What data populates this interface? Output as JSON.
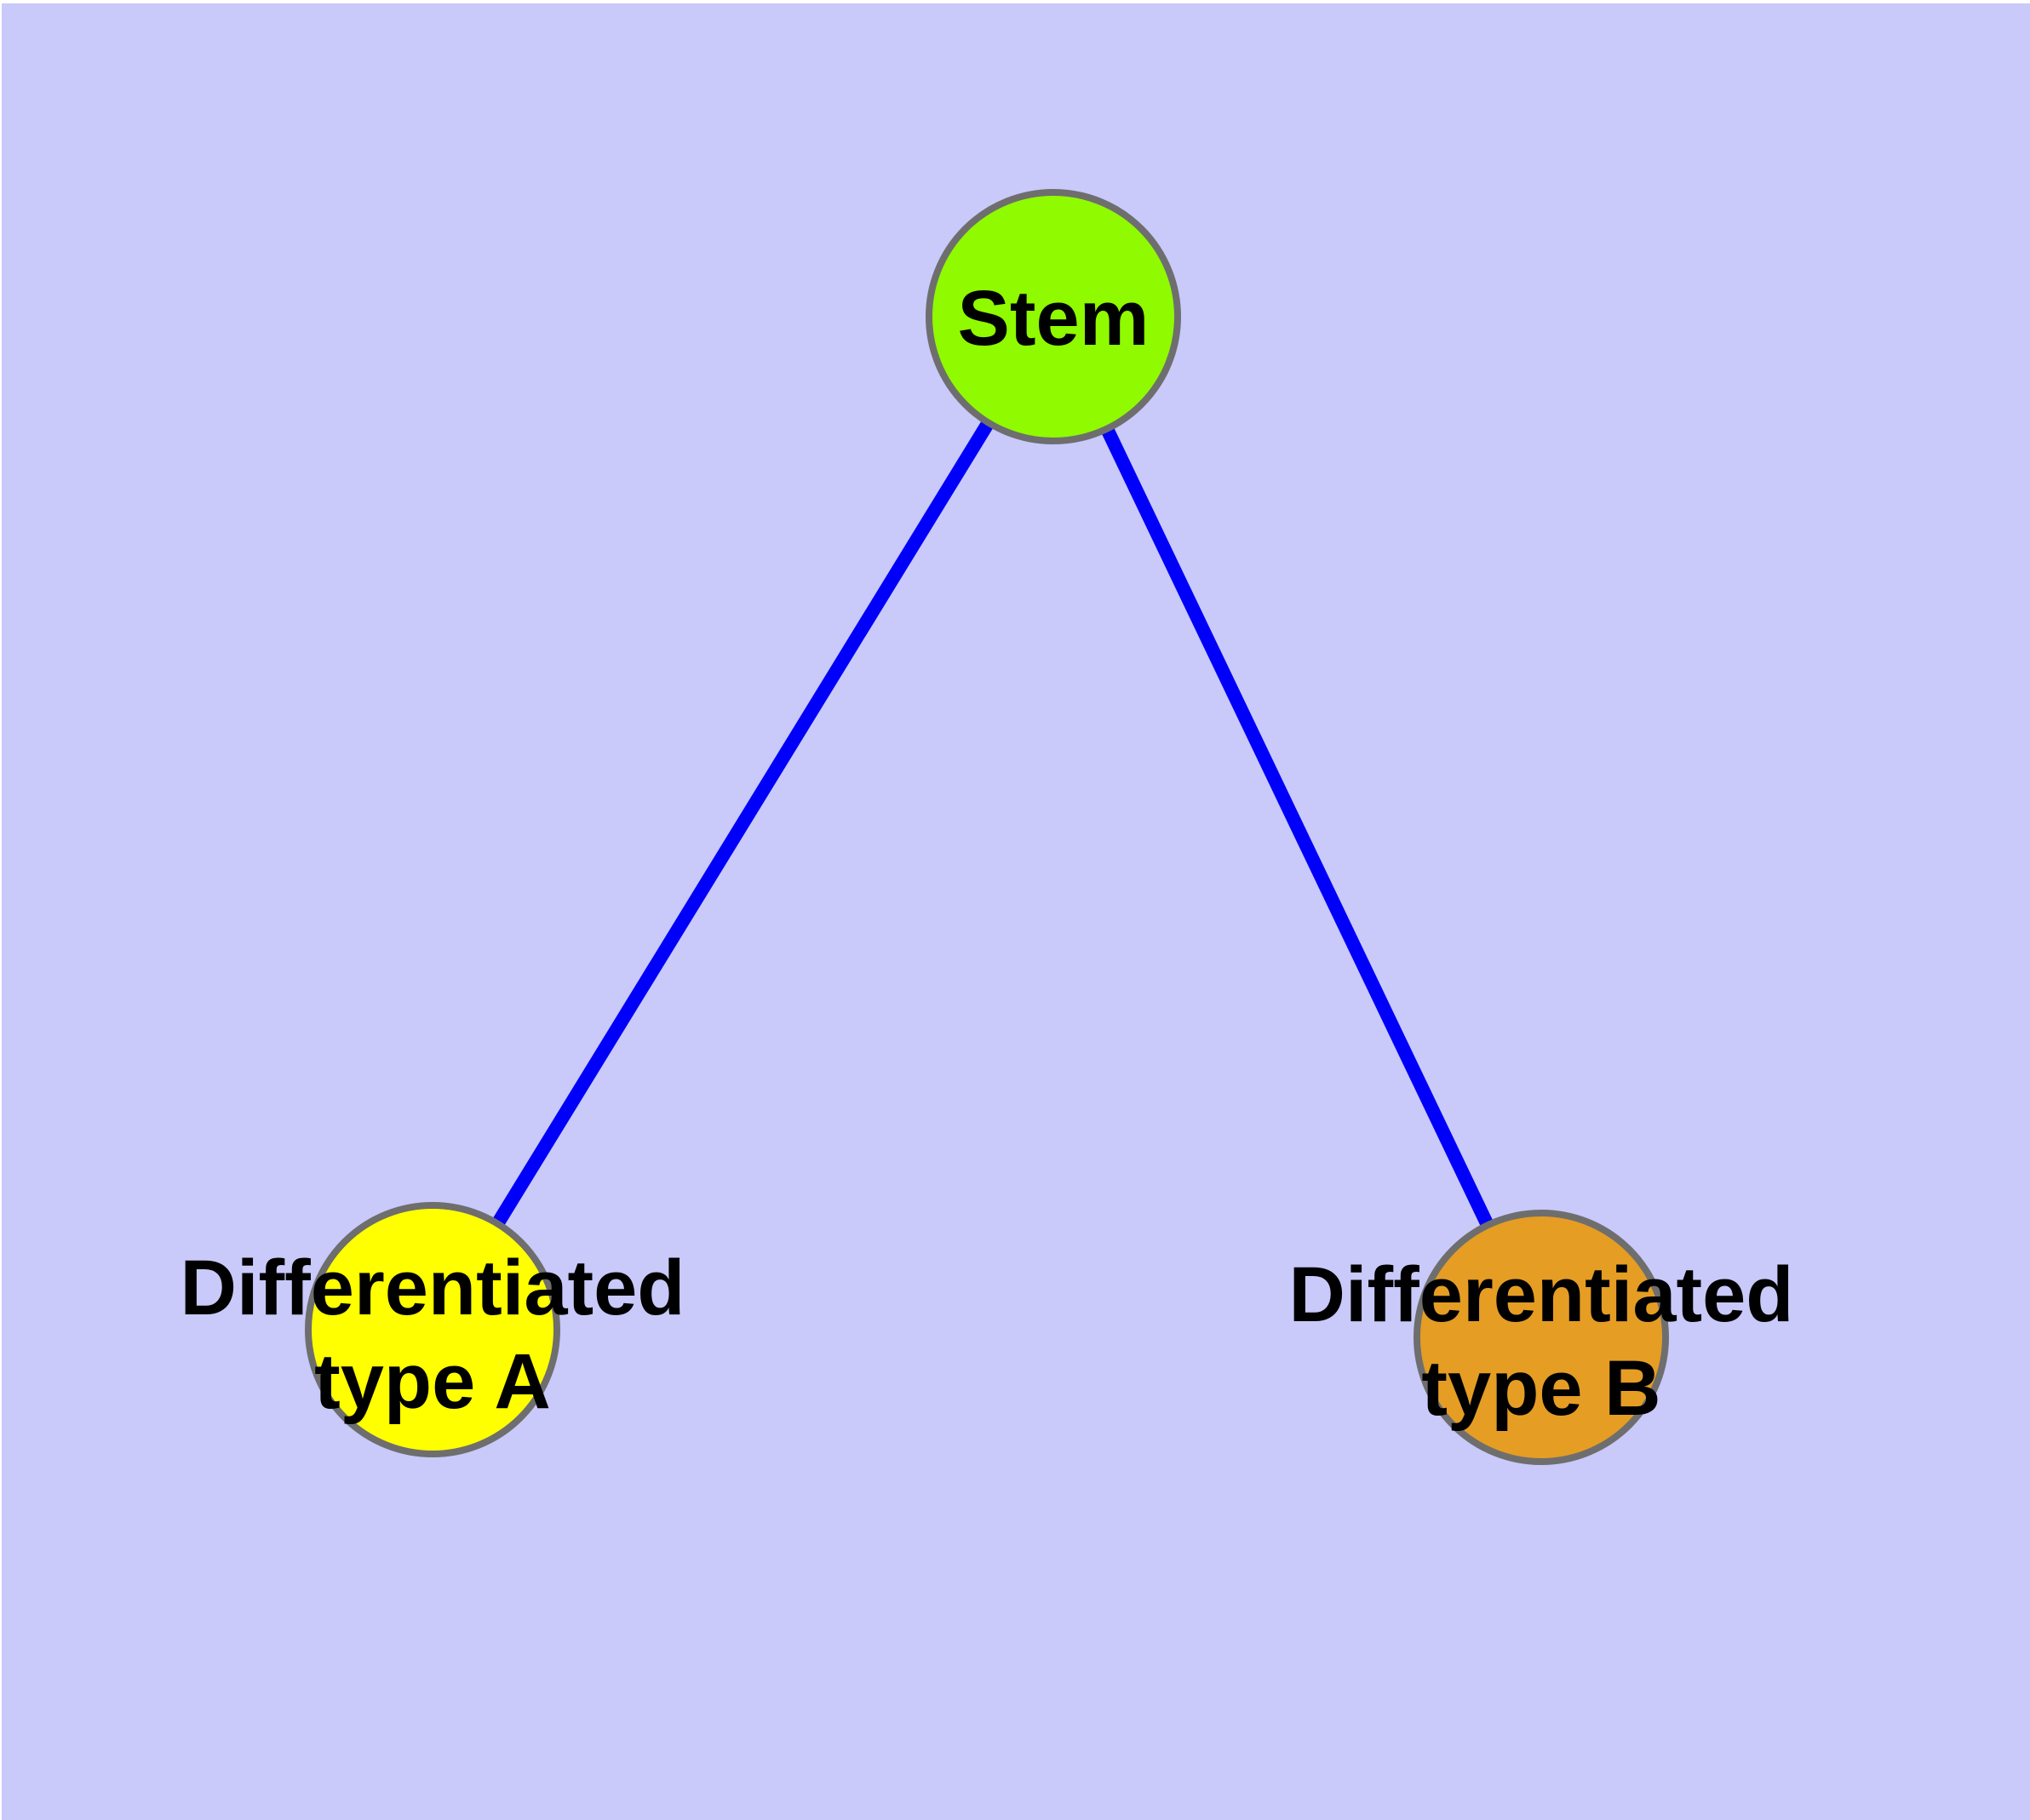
{
  "diagram": {
    "type": "node-edge-graph",
    "background_color": "#C9C9FA",
    "edge_color": "#0000FA",
    "node_border_color": "#6E6E6E",
    "label_color": "#000000",
    "nodes": [
      {
        "id": "stem",
        "label": "Stem",
        "label_lines": [
          "Stem"
        ],
        "fill_color": "#8FFA00"
      },
      {
        "id": "differentiated-type-a",
        "label": "Differentiated type A",
        "label_lines": [
          "Differentiated",
          "type A"
        ],
        "fill_color": "#FFFF00"
      },
      {
        "id": "differentiated-type-b",
        "label": "Differentiated type B",
        "label_lines": [
          "Differentiated",
          "type B"
        ],
        "fill_color": "#E59D24"
      }
    ],
    "edges": [
      {
        "from": "stem",
        "to": "differentiated-type-a"
      },
      {
        "from": "stem",
        "to": "differentiated-type-b"
      }
    ]
  }
}
